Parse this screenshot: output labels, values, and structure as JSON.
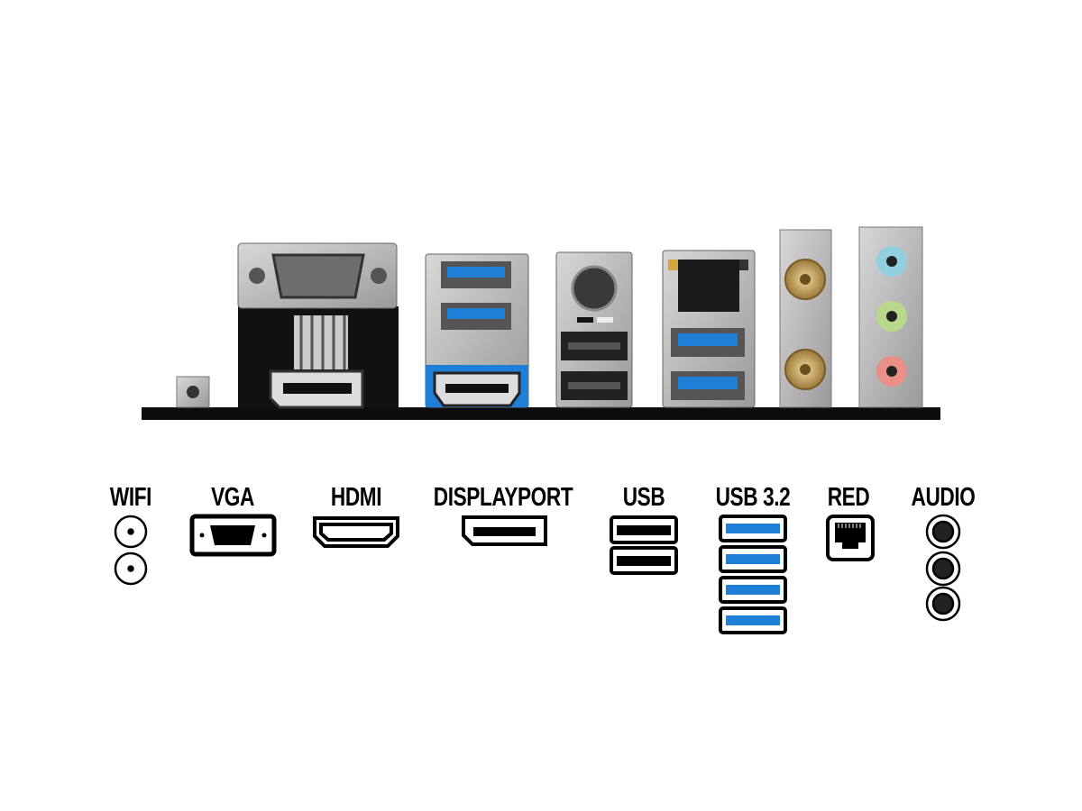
{
  "legend": {
    "wifi": "WIFI",
    "vga": "VGA",
    "hdmi": "HDMI",
    "displayport": "DISPLAYPORT",
    "usb": "USB",
    "usb32": "USB 3.2",
    "red": "RED",
    "audio": "AUDIO"
  },
  "colors": {
    "usb3_blue": "#1f7fd6",
    "audio_blue": "#8fcfe0",
    "audio_green": "#b9d98a",
    "audio_pink": "#e98f86",
    "antenna_gold": "#c9a458",
    "panel_silver": "#b9b9b9"
  }
}
